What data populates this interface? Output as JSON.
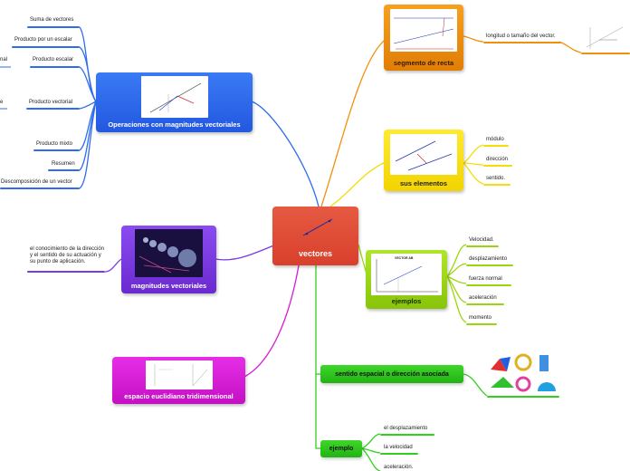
{
  "central": {
    "title": "vectores"
  },
  "operaciones": {
    "title": "Operaciones con magnitudes vectoriales",
    "leaves": [
      "Suma de vectores",
      "Producto por un escalar",
      "Producto escalar",
      "Producto vectorial",
      "Producto mixto",
      "Resumen",
      "Descomposición de un vector"
    ],
    "cut_left": [
      "nal",
      "e"
    ]
  },
  "magnitudes": {
    "title": "magnitudes vectoriales",
    "note": "el conocimiento de la dirección y el sentido de su actuación y su punto de aplicación."
  },
  "espacio": {
    "title": "espacio euclidiano tridimensional"
  },
  "segmento": {
    "title": "segmento de recta",
    "leaf": "longitud o tamaño del vector."
  },
  "elementos": {
    "title": "sus elementos",
    "leaves": [
      "módulo",
      "dirección",
      "sentido."
    ]
  },
  "ejemplos": {
    "title": "ejemplos",
    "thumb_title": "VECTOR AB",
    "leaves": [
      "Velocidad.",
      "desplazamiento",
      "fuerza normal",
      "aceleración",
      "momento"
    ]
  },
  "sentido": {
    "title": "sentido espacial o dirección asociada"
  },
  "ejemplo": {
    "title": "ejemplo",
    "leaves": [
      "el desplazamiento",
      "la velocidad",
      "aceleración."
    ]
  },
  "colors": {
    "blue": "#2f6cf0",
    "purple": "#7a3be0",
    "magenta": "#d61bd6",
    "orange": "#f0900a",
    "yellow": "#f5dd0a",
    "lime": "#9ad60c",
    "green": "#2fd11c",
    "red": "#e24a36"
  }
}
